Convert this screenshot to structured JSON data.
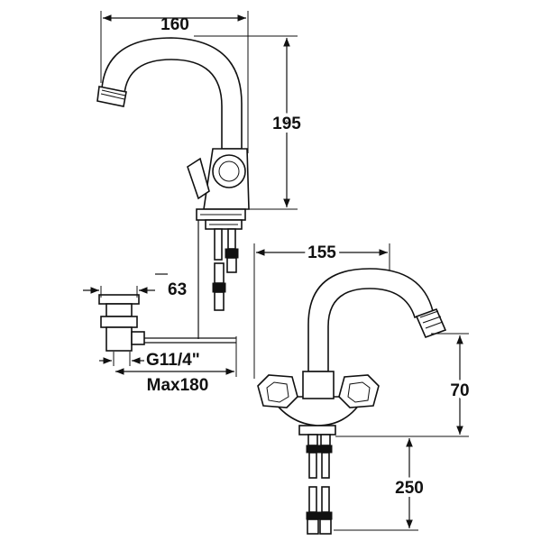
{
  "dimensions": {
    "spout_reach_side": "160",
    "height_side": "195",
    "spout_reach_front": "155",
    "handle_height": "70",
    "hose_length": "250",
    "waste_width": "63",
    "thread": "G11/4\"",
    "max_pull": "Max180"
  },
  "colors": {
    "line": "#111111",
    "background": "#ffffff"
  }
}
